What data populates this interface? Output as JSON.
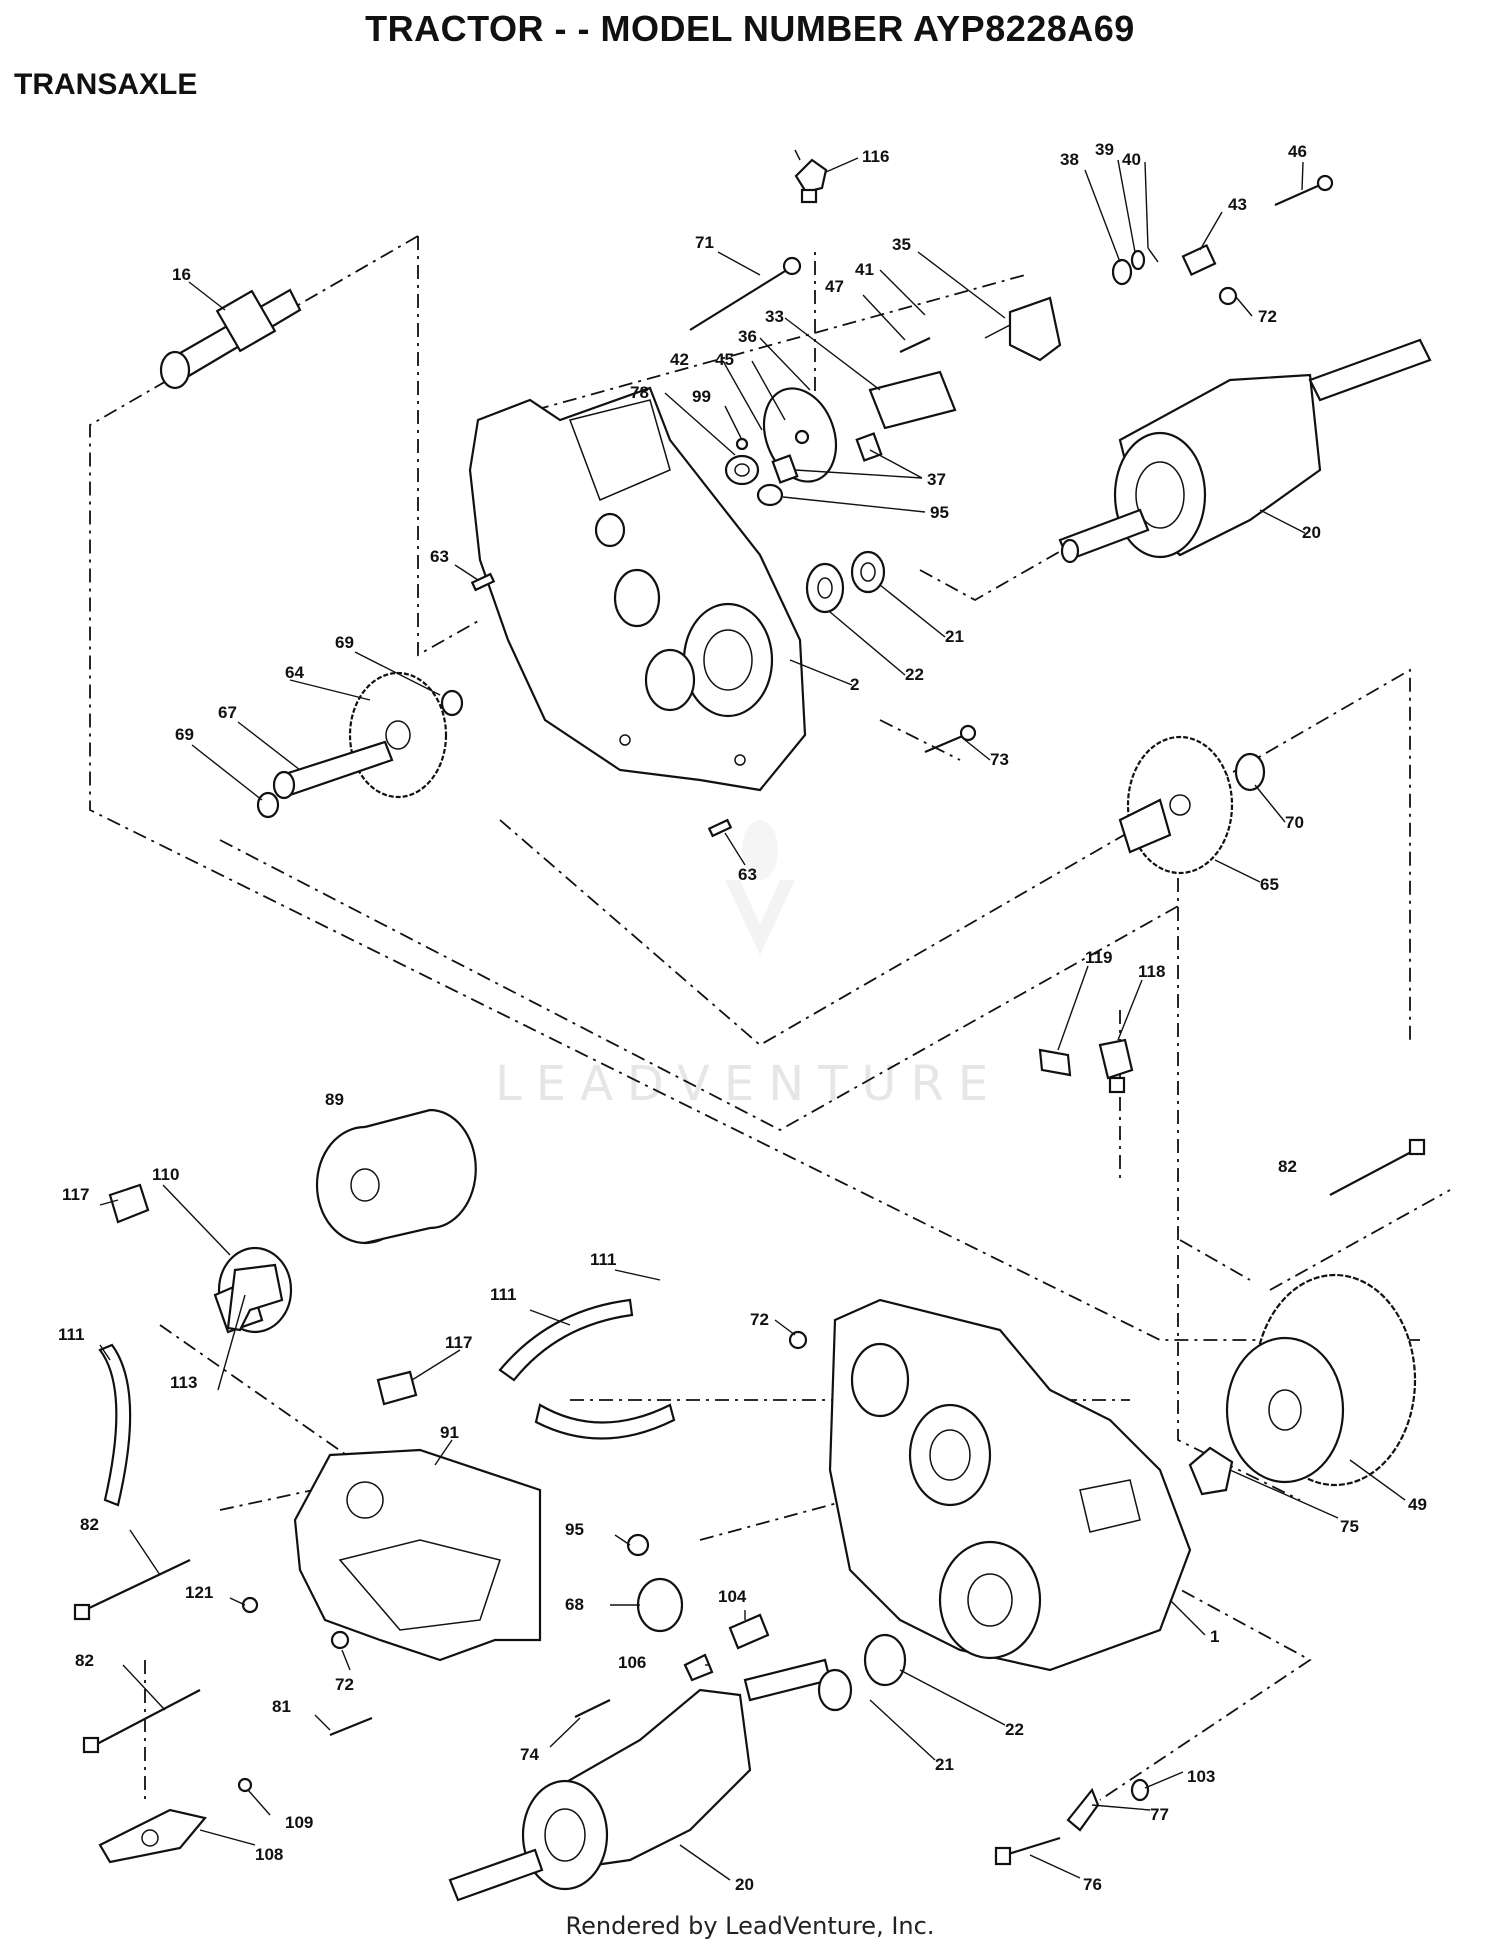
{
  "title": "TRACTOR - - MODEL NUMBER AYP8228A69",
  "section": "TRANSAXLE",
  "footer": "Rendered by LeadVenture, Inc.",
  "watermark": "LEADVENTURE",
  "labels": {
    "p116": "116",
    "p38": "38",
    "p39": "39",
    "p40": "40",
    "p46": "46",
    "p71": "71",
    "p41": "41",
    "p35": "35",
    "p43": "43",
    "p16": "16",
    "p47": "47",
    "p33": "33",
    "p36": "36",
    "p42": "42",
    "p45": "45",
    "p72a": "72",
    "p78": "78",
    "p99": "99",
    "p37": "37",
    "p95a": "95",
    "p63a": "63",
    "p69a": "69",
    "p64": "64",
    "p67": "67",
    "p69b": "69",
    "p2": "2",
    "p22a": "22",
    "p21a": "21",
    "p20a": "20",
    "p73": "73",
    "p70": "70",
    "p65": "65",
    "p63b": "63",
    "p119": "119",
    "p118": "118",
    "p89": "89",
    "p117a": "117",
    "p110": "110",
    "p111a": "111",
    "p117b": "117",
    "p111b": "111",
    "p111c": "111",
    "p113": "113",
    "p72b": "72",
    "p82a": "82",
    "p91": "91",
    "p95b": "95",
    "p68": "68",
    "p104": "104",
    "p106": "106",
    "p82b": "82",
    "p121": "121",
    "p82c": "82",
    "p72c": "72",
    "p81": "81",
    "p109": "109",
    "p108": "108",
    "p74": "74",
    "p20b": "20",
    "p21b": "21",
    "p22b": "22",
    "p1": "1",
    "p75": "75",
    "p49": "49",
    "p103": "103",
    "p77": "77",
    "p76": "76"
  }
}
